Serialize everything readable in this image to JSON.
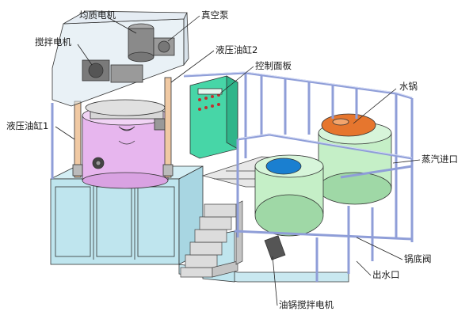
{
  "labels": {
    "homogenizer_motor": "均质电机",
    "vacuum_pump": "真空泵",
    "stirring_motor": "搅拌电机",
    "hydraulic_cylinder_2": "液压油缸2",
    "control_panel": "控制面板",
    "hydraulic_cylinder_1": "液压油缸1",
    "water_pot": "水锅",
    "steam_inlet": "蒸汽进口",
    "pot_bottom_valve": "锅底阀",
    "water_outlet": "出水口",
    "oil_pot_stirring_motor": "油锅搅拌电机"
  },
  "colors": {
    "frame_blue": "#b9c6ee",
    "tank_pink": "#e7b6ee",
    "base_cyan": "#bfe5ee",
    "control_panel_green": "#47d6a7",
    "pot_green": "#c5efc7",
    "pot_lid_orange": "#e6762e",
    "oil_pot_lid_blue": "#1a7fd0",
    "stair_gray": "#d9d9d9"
  }
}
